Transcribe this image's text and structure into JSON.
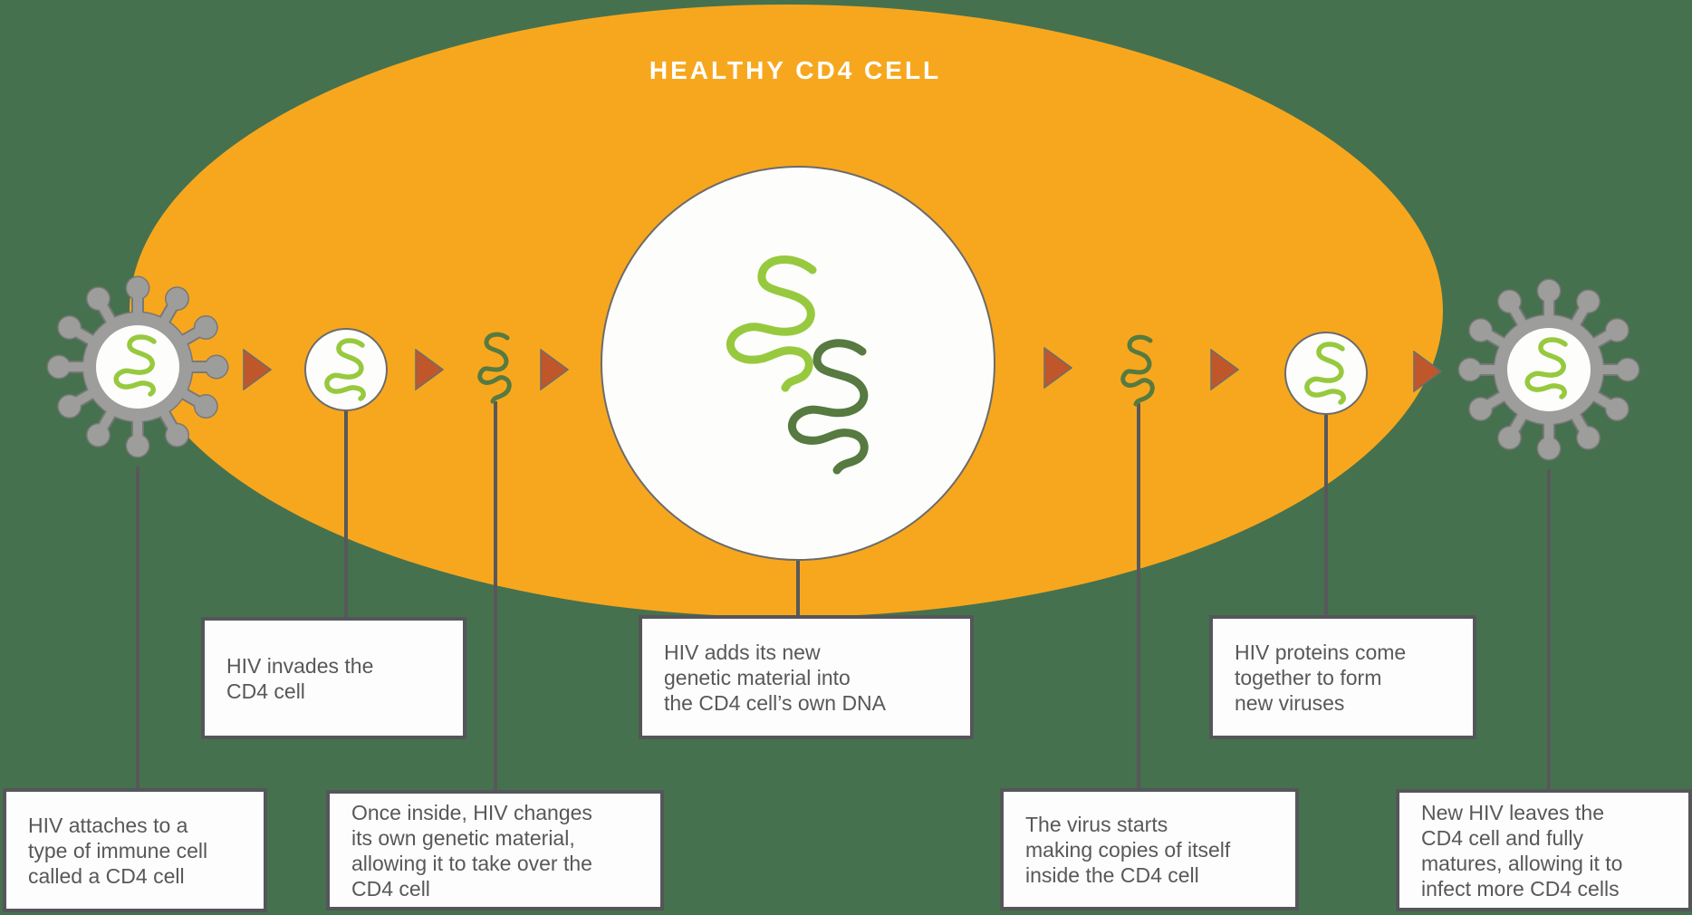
{
  "cell": {
    "label": "HEALTHY CD4 CELL",
    "fill_color": "#F7A71E"
  },
  "background_color": "#46714E",
  "colors": {
    "rna_light_green": "#97C93E",
    "rna_dark_green": "#567A40",
    "arrow_rust": "#C0572B",
    "virus_gray": "#9D9D9B",
    "connector_gray": "#58585A",
    "callout_text": "#58585A",
    "title_white": "#FFFFFF"
  },
  "sequence": [
    {
      "icon": "hiv-virion-icon"
    },
    {
      "icon": "arrow-right-icon"
    },
    {
      "icon": "virus-core-icon"
    },
    {
      "icon": "arrow-right-icon"
    },
    {
      "icon": "viral-rna-icon"
    },
    {
      "icon": "arrow-right-icon"
    },
    {
      "icon": "cell-nucleus-icon"
    },
    {
      "icon": "arrow-right-icon"
    },
    {
      "icon": "viral-rna-icon"
    },
    {
      "icon": "arrow-right-icon"
    },
    {
      "icon": "virus-core-icon"
    },
    {
      "icon": "arrow-right-icon"
    },
    {
      "icon": "new-hiv-virion-icon"
    }
  ],
  "callouts": [
    {
      "id": "attach",
      "text": "HIV attaches to a\ntype of immune cell\ncalled a CD4 cell"
    },
    {
      "id": "invade",
      "text": "HIV invades the\nCD4 cell"
    },
    {
      "id": "change",
      "text": "Once inside, HIV changes\nits own genetic material,\nallowing it to take over the\nCD4 cell"
    },
    {
      "id": "integrate",
      "text": "HIV adds its new\ngenetic material into\nthe CD4 cell’s own DNA"
    },
    {
      "id": "copy",
      "text": "The virus starts\nmaking copies of itself\ninside the CD4 cell"
    },
    {
      "id": "assemble",
      "text": "HIV proteins come\ntogether to form\nnew viruses"
    },
    {
      "id": "leave",
      "text": "New HIV leaves the\nCD4 cell and fully\nmatures, allowing it to\ninfect more CD4 cells"
    }
  ]
}
